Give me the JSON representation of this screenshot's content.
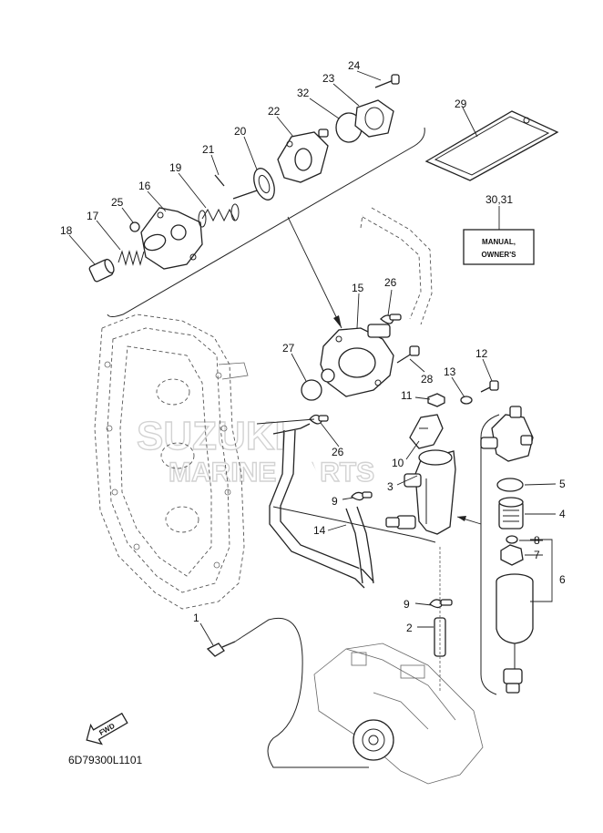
{
  "diagram": {
    "code": "6D79300L1101",
    "fwd_label": "FWD",
    "watermark_line1": "SUZUKI",
    "watermark_line2": "MARINE PARTS",
    "manual_tag_line1": "MANUAL,",
    "manual_tag_line2": "OWNER'S"
  },
  "callouts": {
    "c1": "1",
    "c2": "2",
    "c3": "3",
    "c4": "4",
    "c5": "5",
    "c6": "6",
    "c7": "7",
    "c8": "8",
    "c9a": "9",
    "c9b": "9",
    "c10": "10",
    "c11": "11",
    "c12": "12",
    "c13": "13",
    "c14": "14",
    "c15": "15",
    "c16": "16",
    "c17": "17",
    "c18": "18",
    "c19": "19",
    "c20": "20",
    "c21": "21",
    "c22": "22",
    "c23": "23",
    "c24": "24",
    "c25": "25",
    "c26a": "26",
    "c26b": "26",
    "c27": "27",
    "c28": "28",
    "c29": "29",
    "c3031": "30,31",
    "c32": "32"
  }
}
